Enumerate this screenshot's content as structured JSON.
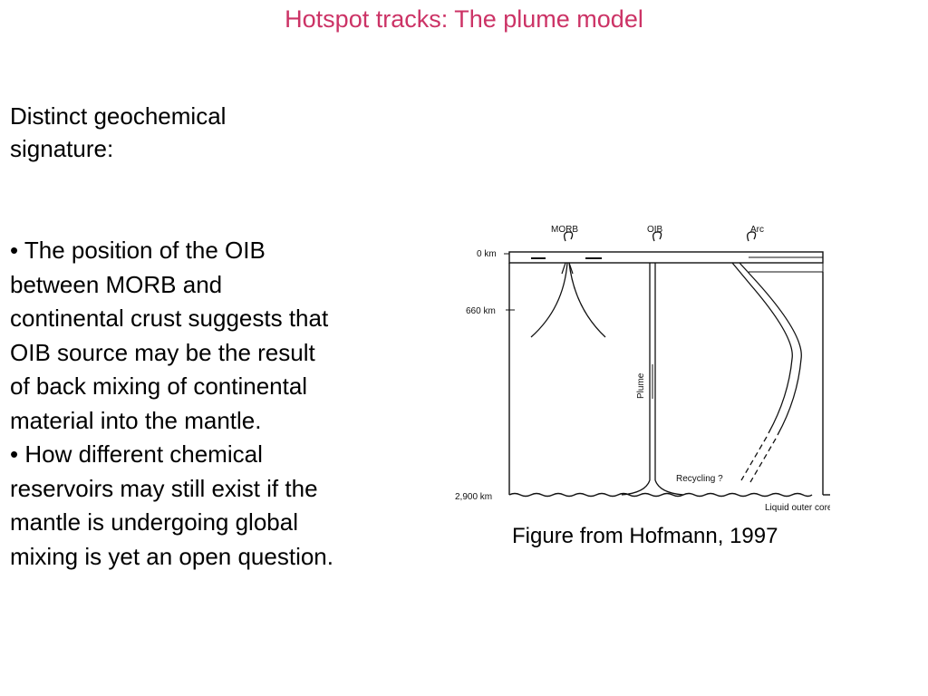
{
  "title": "Hotspot tracks: The plume model",
  "heading": [
    "Distinct geochemical",
    "signature:"
  ],
  "bullets": [
    "• The position of the OIB",
    "between MORB and",
    "continental crust suggests that",
    "OIB source may be the result",
    "of back mixing of continental",
    "material into the mantle.",
    "• How different chemical",
    "reservoirs may still exist if the",
    "mantle is undergoing global",
    "mixing is yet an open question."
  ],
  "figure": {
    "labels": {
      "morb": "MORB",
      "oib": "OIB",
      "arc": "Arc",
      "depth_0": "0 km",
      "depth_660": "660 km",
      "depth_2900": "2,900 km",
      "plume": "Plume",
      "recycling": "Recycling ?",
      "outer_core": "Liquid outer core"
    }
  },
  "caption": "Figure from Hofmann, 1997"
}
